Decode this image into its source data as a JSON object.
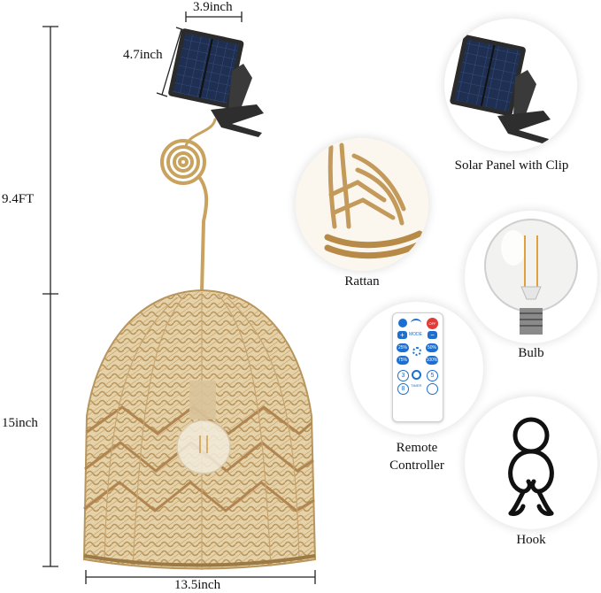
{
  "dimensions": {
    "panel_width": "3.9inch",
    "panel_height": "4.7inch",
    "cord_length": "9.4FT",
    "shade_height": "15inch",
    "shade_width": "13.5inch"
  },
  "callouts": {
    "solar_panel": "Solar Panel with Clip",
    "rattan": "Rattan",
    "bulb": "Bulb",
    "remote_line1": "Remote",
    "remote_line2": "Controller",
    "hook": "Hook"
  },
  "remote_keys": {
    "mode": "MODE",
    "off": "OFF",
    "p25": "25%",
    "p50": "50%",
    "p75": "75%",
    "p100": "100%",
    "k3": "3",
    "k5": "5",
    "k8": "8",
    "timer": "TIMER"
  },
  "colors": {
    "rattan": "#d8bc8a",
    "rattan_dark": "#b8955c",
    "panel": "#1d2a44",
    "remote_blue": "#1b6fd0",
    "remote_red": "#e53935"
  }
}
